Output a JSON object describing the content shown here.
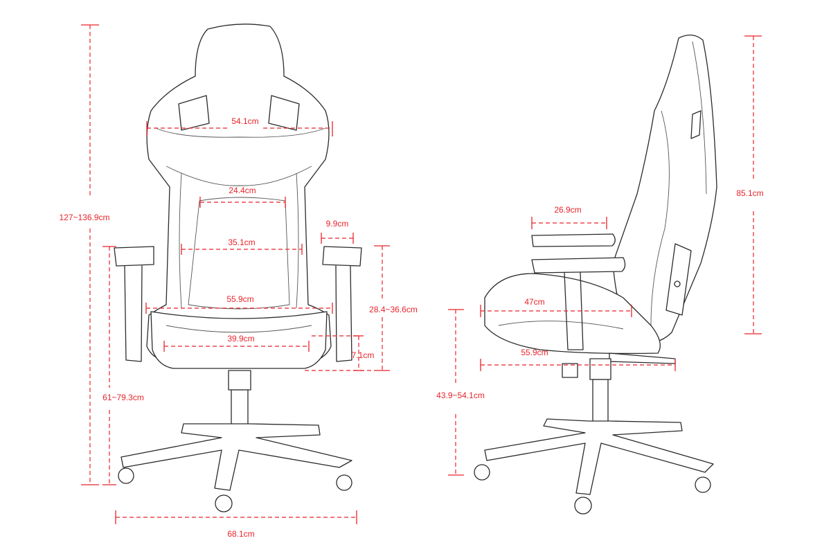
{
  "front_view": {
    "total_height": "127~136.9cm",
    "headrest_width": "54.1cm",
    "lumbar_width": "24.4cm",
    "armrest_width": "9.9cm",
    "backrest_width": "35.1cm",
    "seat_outer_width": "55.9cm",
    "armrest_height_adjust": "28.4~36.6cm",
    "seat_inner_width": "39.9cm",
    "seat_side_height": "7.1cm",
    "armrest_floor_height": "61~79.3cm",
    "base_width": "68.1cm"
  },
  "side_view": {
    "backrest_height": "85.1cm",
    "armrest_pad_length": "26.9cm",
    "seat_depth": "47cm",
    "seat_total_depth": "55.9cm",
    "seat_floor_height": "43.9~54.1cm"
  },
  "colors": {
    "dimension": "#e8232a",
    "outline": "#2a2a2a"
  }
}
